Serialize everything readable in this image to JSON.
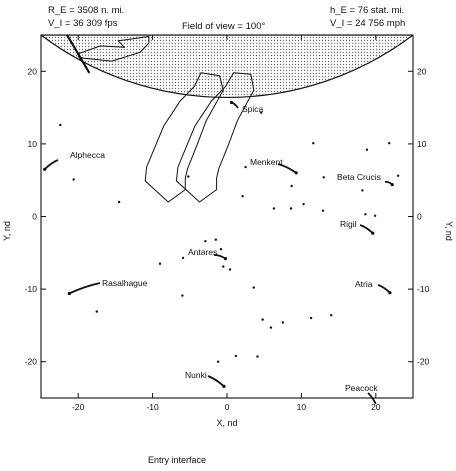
{
  "header": {
    "re": "R_E = 3508 n. mi.",
    "vi_left": "V_I = 36 309 fps",
    "fov": "Field of view = 100°",
    "he": "h_E = 76 stat. mi.",
    "vi_right": "V_I = 24 756 mph"
  },
  "chart_data": {
    "type": "scatter",
    "xlabel": "X, nd",
    "ylabel": "Y, nd",
    "xlim": [
      -25,
      25
    ],
    "ylim": [
      -25,
      25
    ],
    "x_ticks": [
      -20,
      -10,
      0,
      10,
      20
    ],
    "y_ticks": [
      20,
      10,
      0,
      -10,
      -20
    ],
    "x_tick_labels": [
      "-20",
      "-10",
      "0",
      "10",
      "20"
    ],
    "y_tick_labels": [
      "20",
      "10",
      "0",
      "-10",
      "-20"
    ],
    "stars": [
      {
        "name": "Alphecca",
        "x": -24.5,
        "y": 6.5,
        "label": "Alphecca"
      },
      {
        "name": "Spica",
        "x": 0.6,
        "y": 15.7,
        "label": "Spica"
      },
      {
        "name": "Menkent",
        "x": 9.3,
        "y": 6.0,
        "label": "Menkent"
      },
      {
        "name": "Beta Crucis",
        "x": 22.2,
        "y": 4.4,
        "label": "Beta Crucis"
      },
      {
        "name": "Rigil",
        "x": 19.6,
        "y": -2.3,
        "label": "Rigil"
      },
      {
        "name": "Antares",
        "x": -0.2,
        "y": -5.8,
        "label": "Antares"
      },
      {
        "name": "Rasalhague",
        "x": -21.2,
        "y": -10.6,
        "label": "Rasalhague"
      },
      {
        "name": "Atria",
        "x": 21.9,
        "y": -10.5,
        "label": "Atria"
      },
      {
        "name": "Nunki",
        "x": -0.4,
        "y": -23.4,
        "label": "Nunki"
      },
      {
        "name": "Peacock",
        "x": 20.0,
        "y": -25.8,
        "label": "Peacock"
      }
    ],
    "background_stars": [
      [
        -22.4,
        12.6
      ],
      [
        -20.6,
        5.1
      ],
      [
        -14.5,
        2.0
      ],
      [
        -9.0,
        -6.5
      ],
      [
        -5.9,
        -5.7
      ],
      [
        -2.9,
        -3.4
      ],
      [
        -1.5,
        -3.2
      ],
      [
        -0.8,
        -4.5
      ],
      [
        -0.5,
        -6.9
      ],
      [
        0.4,
        -7.3
      ],
      [
        -6.0,
        -10.9
      ],
      [
        -17.5,
        -13.1
      ],
      [
        3.6,
        -9.8
      ],
      [
        4.8,
        -14.2
      ],
      [
        5.9,
        -15.3
      ],
      [
        7.5,
        -14.6
      ],
      [
        11.3,
        -14.0
      ],
      [
        14.0,
        -13.6
      ],
      [
        1.2,
        -19.2
      ],
      [
        -1.2,
        -20.0
      ],
      [
        4.1,
        -19.3
      ],
      [
        8.6,
        1.1
      ],
      [
        10.3,
        1.7
      ],
      [
        12.9,
        0.8
      ],
      [
        11.6,
        10.1
      ],
      [
        13.0,
        5.4
      ],
      [
        18.2,
        3.6
      ],
      [
        18.8,
        9.2
      ],
      [
        18.6,
        0.3
      ],
      [
        19.9,
        0.1
      ],
      [
        21.8,
        10.1
      ],
      [
        23.0,
        5.6
      ],
      [
        -5.2,
        5.5
      ],
      [
        2.1,
        2.8
      ],
      [
        2.5,
        6.8
      ],
      [
        6.3,
        1.1
      ],
      [
        8.7,
        4.2
      ],
      [
        4.6,
        14.3
      ]
    ],
    "regions": [
      {
        "name": "entry-interface-horizon",
        "type": "shaded-circular-segment",
        "horizon_y_center": 16.4
      },
      {
        "name": "spacecraft-window-outline-left",
        "points": [
          [
            -3.5,
            19.8
          ],
          [
            -1.0,
            19.4
          ],
          [
            -0.5,
            17.4
          ],
          [
            -2.8,
            13.2
          ],
          [
            -4.0,
            9.9
          ],
          [
            -5.3,
            6.6
          ],
          [
            -5.6,
            5.3
          ],
          [
            -5.6,
            3.7
          ],
          [
            -7.9,
            2.0
          ],
          [
            -11.0,
            4.9
          ],
          [
            -10.8,
            6.8
          ],
          [
            -8.5,
            12.5
          ],
          [
            -6.3,
            15.9
          ],
          [
            -4.4,
            17.9
          ]
        ]
      },
      {
        "name": "spacecraft-window-outline-right",
        "points": [
          [
            0.9,
            19.8
          ],
          [
            3.2,
            19.6
          ],
          [
            3.6,
            17.4
          ],
          [
            1.4,
            13.2
          ],
          [
            0.2,
            9.9
          ],
          [
            -1.1,
            6.6
          ],
          [
            -1.4,
            5.3
          ],
          [
            -1.4,
            3.7
          ],
          [
            -3.7,
            2.0
          ],
          [
            -6.8,
            4.9
          ],
          [
            -6.6,
            6.8
          ],
          [
            -4.3,
            12.5
          ],
          [
            -2.1,
            15.9
          ],
          [
            -0.2,
            17.9
          ]
        ]
      },
      {
        "name": "spacecraft-outline-top",
        "points": [
          [
            -19.8,
            22.5
          ],
          [
            -17.0,
            23.5
          ],
          [
            -13.8,
            23.3
          ],
          [
            -14.6,
            24.2
          ],
          [
            -10.5,
            24.8
          ],
          [
            -10.5,
            23.9
          ],
          [
            -11.7,
            22.6
          ],
          [
            -15.5,
            21.4
          ],
          [
            -19.2,
            21.8
          ],
          [
            -20.0,
            22.0
          ]
        ]
      }
    ]
  },
  "footer": {
    "legend_text": "Entry interface"
  }
}
